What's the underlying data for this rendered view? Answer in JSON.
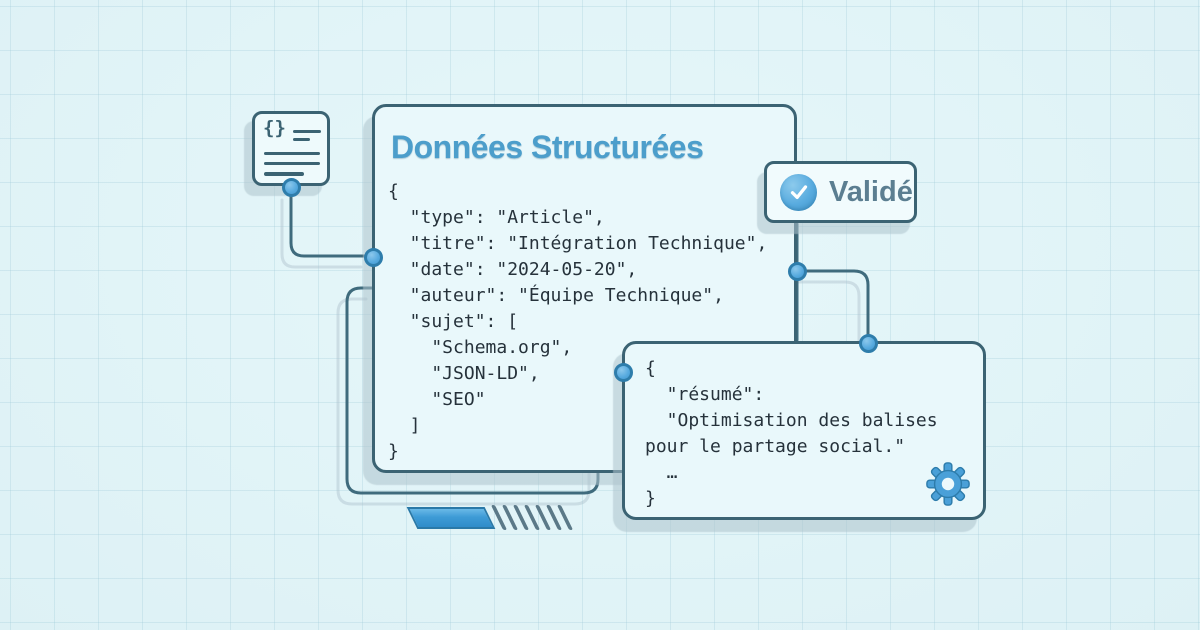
{
  "colors": {
    "background": "#e0f2f6",
    "panel_fill": "#e9f8fb",
    "panel_border": "#3b6373",
    "connector": "#3f6b7d",
    "accent_blue": "#4aa2da",
    "accent_blue_dark": "#2e7dab",
    "title_blue": "#4c9ecb",
    "badge_text": "#5b7e91",
    "code_text": "#26323b"
  },
  "doc_icon": {
    "glyph": "{}"
  },
  "main_panel": {
    "title": "Données Structurées",
    "code": [
      "{",
      "  \"type\": \"Article\",",
      "  \"titre\": \"Intégration Technique\",",
      "  \"date\": \"2024-05-20\",",
      "  \"auteur\": \"Équipe Technique\",",
      "  \"sujet\": [",
      "    \"Schema.org\",",
      "    \"JSON-LD\",",
      "    \"SEO\"",
      "  ]",
      "}"
    ]
  },
  "validation_badge": {
    "label": "Validé",
    "icon": "check-circle"
  },
  "summary_panel": {
    "icon": "gear",
    "code": [
      "{",
      "  \"résumé\":",
      "  \"Optimisation des balises",
      "pour le partage social.\"",
      "  …",
      "}"
    ]
  }
}
